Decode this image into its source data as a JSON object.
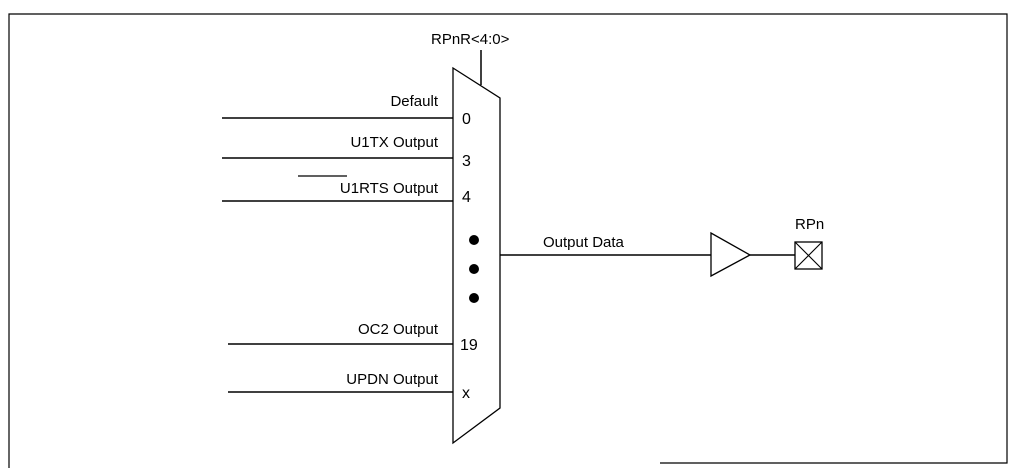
{
  "diagram": {
    "select_signal": "RPnR<4:0>",
    "inputs": [
      {
        "label": "Default",
        "value": "0"
      },
      {
        "label": "U1TX Output",
        "value": "3"
      },
      {
        "label": "U1RTS Output",
        "value": "4"
      },
      {
        "label": "OC2 Output",
        "value": "19"
      },
      {
        "label": "UPDN Output",
        "value": "x"
      }
    ],
    "output_label": "Output Data",
    "pin_label": "RPn"
  }
}
